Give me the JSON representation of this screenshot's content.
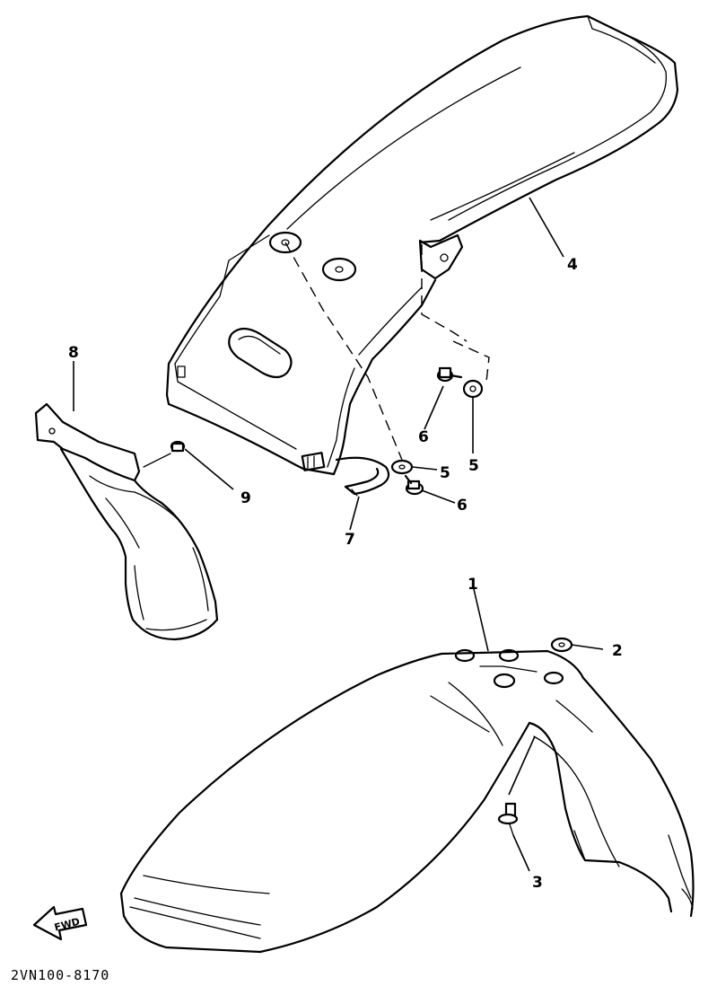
{
  "drawing_code": "2VN100-8170",
  "fwd_label": "FWD",
  "callouts": {
    "part_1": "1",
    "part_2": "2",
    "part_3": "3",
    "part_4": "4",
    "part_5a": "5",
    "part_5b": "5",
    "part_6a": "6",
    "part_6b": "6",
    "part_7": "7",
    "part_8": "8",
    "part_9": "9"
  }
}
